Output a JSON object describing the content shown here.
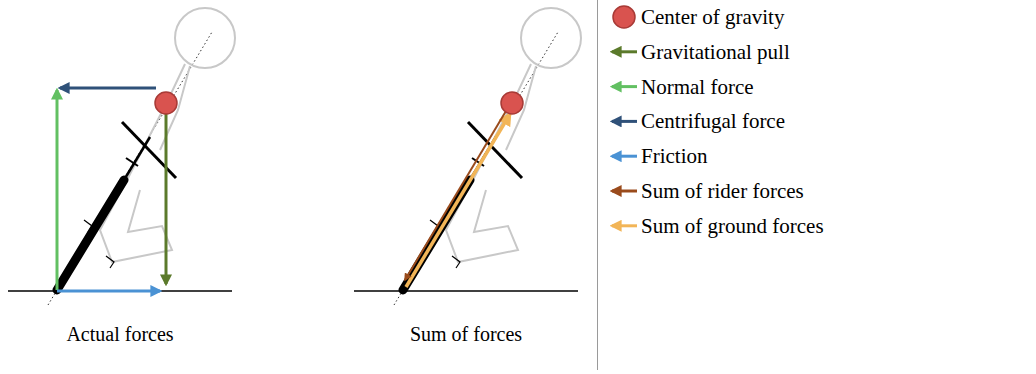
{
  "diagram": {
    "labels": [
      "Actual forces",
      "Sum of forces"
    ],
    "legend": [
      {
        "text": "Center of gravity"
      },
      {
        "text": "Gravitational pull"
      },
      {
        "text": "Normal force"
      },
      {
        "text": "Centrifugal force"
      },
      {
        "text": "Friction"
      },
      {
        "text": "Sum of rider forces"
      },
      {
        "text": "Sum of ground forces"
      }
    ]
  }
}
